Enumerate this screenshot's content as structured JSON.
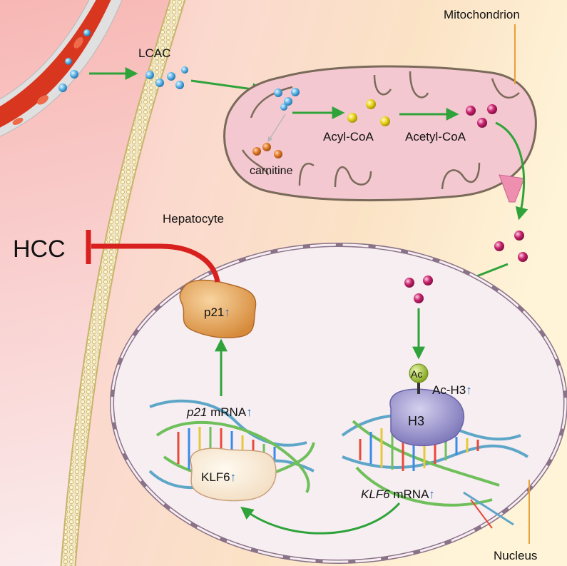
{
  "labels": {
    "lcac": "LCAC",
    "mitochondrion": "Mitochondrion",
    "acyl_coa": "Acyl-CoA",
    "acetyl_coa": "Acetyl-CoA",
    "carnitine": "carnitine",
    "hepatocyte": "Hepatocyte",
    "hcc": "HCC",
    "p21": "p21",
    "p21_mrna_gene": "p21",
    "p21_mrna_suffix": " mRNA",
    "klf6": "KLF6",
    "klf6_mrna_gene": "KLF6",
    "klf6_mrna_suffix": " mRNA",
    "ac": "Ac",
    "ac_h3": "Ac-H3",
    "h3": "H3",
    "nucleus": "Nucleus",
    "up_arrow": "↑"
  },
  "colors": {
    "green_arrow": "#2fa33a",
    "inhibit_red": "#d8201e",
    "up_arrow_blue": "#2a6fb5",
    "lcac_blue": "#5fb6e8",
    "acyl_yellow": "#e8d21c",
    "acetyl_magenta": "#c8236e",
    "carnitine_orange": "#e07a2a",
    "mito_pink": "#f4c8d0",
    "nucleus_fill": "#f7eef2",
    "p21_orange": "#e8a65a",
    "h3_purple": "#a09bd0",
    "ac_green": "#a8cc3a",
    "leader_orange": "#e8a03a"
  }
}
